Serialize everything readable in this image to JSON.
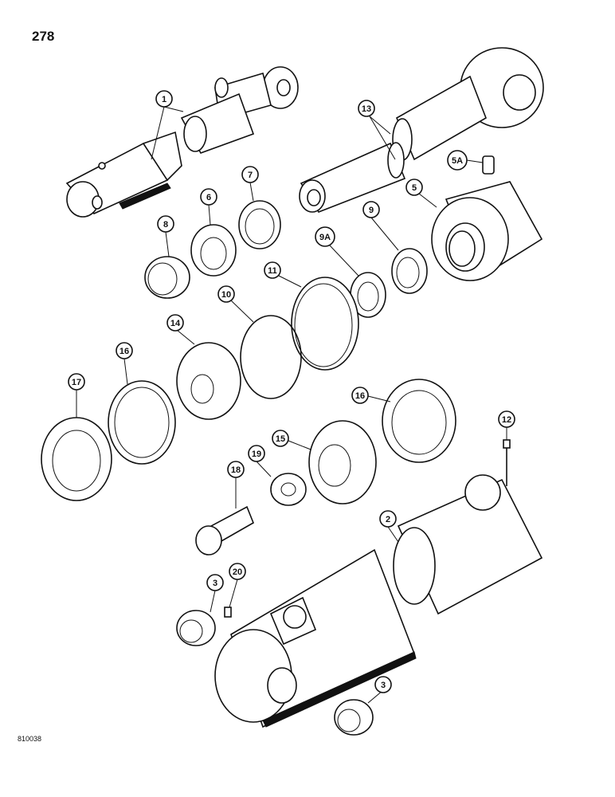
{
  "page_number": "278",
  "reference_code": "810038",
  "callouts": [
    {
      "id": "c1",
      "label": "1"
    },
    {
      "id": "c2",
      "label": "2"
    },
    {
      "id": "c3a",
      "label": "3"
    },
    {
      "id": "c3b",
      "label": "3"
    },
    {
      "id": "c5",
      "label": "5"
    },
    {
      "id": "c5a",
      "label": "5A"
    },
    {
      "id": "c6",
      "label": "6"
    },
    {
      "id": "c7",
      "label": "7"
    },
    {
      "id": "c8",
      "label": "8"
    },
    {
      "id": "c9",
      "label": "9"
    },
    {
      "id": "c9a",
      "label": "9A"
    },
    {
      "id": "c10",
      "label": "10"
    },
    {
      "id": "c11",
      "label": "11"
    },
    {
      "id": "c12",
      "label": "12"
    },
    {
      "id": "c13",
      "label": "13"
    },
    {
      "id": "c14",
      "label": "14"
    },
    {
      "id": "c15",
      "label": "15"
    },
    {
      "id": "c16a",
      "label": "16"
    },
    {
      "id": "c16b",
      "label": "16"
    },
    {
      "id": "c17",
      "label": "17"
    },
    {
      "id": "c18",
      "label": "18"
    },
    {
      "id": "c19",
      "label": "19"
    },
    {
      "id": "c20",
      "label": "20"
    }
  ]
}
